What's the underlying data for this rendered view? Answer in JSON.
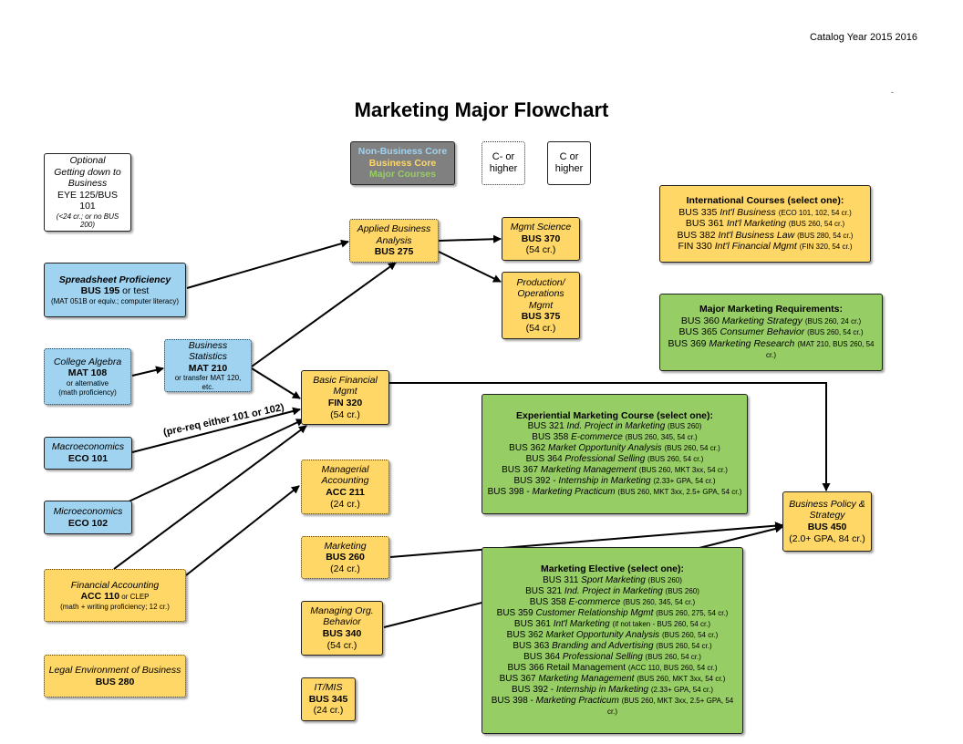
{
  "header": {
    "catalog_year": "Catalog Year 2015 2016",
    "title": "Marketing Major Flowchart",
    "corner_mark": "-"
  },
  "legend": {
    "non_business_core": "Non-Business Core",
    "business_core": "Business Core",
    "major_courses": "Major Courses",
    "c_minus": "C- or higher",
    "c": "C or higher",
    "colors": {
      "non_business": "#9fd3f0",
      "business": "#ffd766",
      "major": "#97cd65",
      "legend_bg": "#808080"
    }
  },
  "courses": {
    "eye125": {
      "l1": "Optional",
      "l2": "Getting down to",
      "l3": "Business",
      "l4": "EYE 125/BUS 101",
      "note": "(<24 cr.; or no BUS 200)"
    },
    "bus195": {
      "name": "Spreadsheet Proficiency",
      "code": "BUS 195",
      "suffix": " or test",
      "note": "(MAT 051B or equiv.; computer literacy)"
    },
    "mat108": {
      "name": "College Algebra",
      "code": "MAT 108",
      "note1": "or alternative",
      "note2": "(math proficiency)"
    },
    "mat210": {
      "name1": "Business",
      "name2": "Statistics",
      "code": "MAT 210",
      "note": "or transfer MAT 120, etc."
    },
    "eco101": {
      "name": "Macroeconomics",
      "code": "ECO 101"
    },
    "eco102": {
      "name": "Microeconomics",
      "code": "ECO 102"
    },
    "acc110": {
      "name": "Financial Accounting",
      "code": "ACC 110",
      "suffix": " or CLEP",
      "note": "(math + writing proficiency; 12 cr.)"
    },
    "bus280": {
      "name": "Legal Environment of Business",
      "code": "BUS 280"
    },
    "bus275": {
      "name1": "Applied Business",
      "name2": "Analysis",
      "code": "BUS 275"
    },
    "bus370": {
      "name": "Mgmt Science",
      "code": "BUS 370",
      "credits": "(54 cr.)"
    },
    "bus375": {
      "name1": "Production/",
      "name2": "Operations",
      "name3": "Mgmt",
      "code": "BUS 375",
      "credits": "(54 cr.)"
    },
    "fin320": {
      "name1": "Basic Financial",
      "name2": "Mgmt",
      "code": "FIN 320",
      "credits": "(54 cr.)"
    },
    "acc211": {
      "name1": "Managerial",
      "name2": "Accounting",
      "code": "ACC 211",
      "credits": "(24 cr.)"
    },
    "bus260": {
      "name": "Marketing",
      "code": "BUS 260",
      "credits": "(24 cr.)"
    },
    "bus340": {
      "name1": "Managing Org.",
      "name2": "Behavior",
      "code": "BUS 340",
      "credits": "(54 cr.)"
    },
    "bus345": {
      "name": "IT/MIS",
      "code": "BUS 345",
      "credits": "(24 cr.)"
    },
    "bus450": {
      "name1": "Business Policy &",
      "name2": "Strategy",
      "code": "BUS 450",
      "credits": "(2.0+ GPA, 84 cr.)"
    }
  },
  "prereq_note": "(pre-req either 101 or 102)",
  "international": {
    "title": "International Courses (select one):",
    "items": [
      {
        "code": "BUS 335",
        "name": "Int'l Business",
        "note": "(ECO 101, 102, 54 cr.)"
      },
      {
        "code": "BUS 361",
        "name": "Int'l Marketing",
        "note": "(BUS 260, 54 cr.)"
      },
      {
        "code": "BUS 382",
        "name": "Int'l Business Law",
        "note": "(BUS 280, 54 cr.)"
      },
      {
        "code": "FIN 330",
        "name": "Int'l Financial Mgmt",
        "note": "(FIN 320, 54 cr.)"
      }
    ]
  },
  "requirements": {
    "title": "Major Marketing Requirements:",
    "items": [
      {
        "code": "BUS 360",
        "name": "Marketing Strategy",
        "note": "(BUS 260, 24 cr.)"
      },
      {
        "code": "BUS 365",
        "name": "Consumer Behavior",
        "note": "(BUS 260, 54 cr.)"
      },
      {
        "code": "BUS 369",
        "name": "Marketing Research",
        "note": "(MAT 210, BUS 260, 54 cr.)"
      }
    ]
  },
  "experiential": {
    "title": "Experiential Marketing Course (select one):",
    "items": [
      {
        "code": "BUS 321",
        "name": "Ind. Project in Marketing",
        "note": "(BUS 260)"
      },
      {
        "code": "BUS 358",
        "name": "E-commerce",
        "note": "(BUS 260, 345, 54 cr.)"
      },
      {
        "code": "BUS 362",
        "name": "Market Opportunity Analysis",
        "note": "(BUS 260, 54 cr.)"
      },
      {
        "code": "BUS 364",
        "name": "Professional Selling",
        "note": "(BUS 260, 54 cr.)"
      },
      {
        "code": "BUS 367",
        "name": "Marketing Management",
        "note": "(BUS 260, MKT 3xx, 54 cr.)"
      },
      {
        "code": "BUS 392 -",
        "name": "Internship in Marketing",
        "note": "(2.33+ GPA, 54 cr.)"
      },
      {
        "code": "BUS 398 -",
        "name": "Marketing Practicum",
        "note": "(BUS 260, MKT 3xx, 2.5+ GPA, 54 cr.)"
      }
    ]
  },
  "elective": {
    "title": "Marketing Elective (select one):",
    "items": [
      {
        "code": "BUS 311",
        "name": "Sport Marketing",
        "note": "(BUS 260)"
      },
      {
        "code": "BUS 321",
        "name": "Ind. Project in Marketing",
        "note": "(BUS 260)"
      },
      {
        "code": "BUS 358",
        "name": "E-commerce",
        "note": "(BUS 260, 345, 54 cr.)"
      },
      {
        "code": "BUS 359",
        "name": "Customer Relationship Mgmt",
        "note": "(BUS 260, 275, 54 cr.)"
      },
      {
        "code": "BUS 361",
        "name": "Int'l Marketing",
        "note": "(if not taken - BUS 260, 54 cr.)"
      },
      {
        "code": "BUS 362",
        "name": "Market Opportunity Analysis",
        "note": "(BUS 260, 54 cr.)"
      },
      {
        "code": "BUS 363",
        "name": "Branding and Advertising",
        "note": "(BUS 260, 54 cr.)"
      },
      {
        "code": "BUS 364",
        "name": "Professional Selling",
        "note": "(BUS 260, 54 cr.)"
      },
      {
        "code": "BUS 366",
        "name": "Retail Management",
        "note": "(ACC 110, BUS 260, 54 cr.)",
        "plain": true
      },
      {
        "code": "BUS 367",
        "name": "Marketing Management",
        "note": "(BUS 260, MKT 3xx, 54 cr.)"
      },
      {
        "code": "BUS 392 -",
        "name": "Internship in Marketing",
        "note": "(2.33+ GPA, 54 cr.)"
      },
      {
        "code": "BUS 398 -",
        "name": "Marketing Practicum",
        "note": "(BUS 260, MKT 3xx, 2.5+ GPA, 54 cr.)"
      }
    ]
  }
}
